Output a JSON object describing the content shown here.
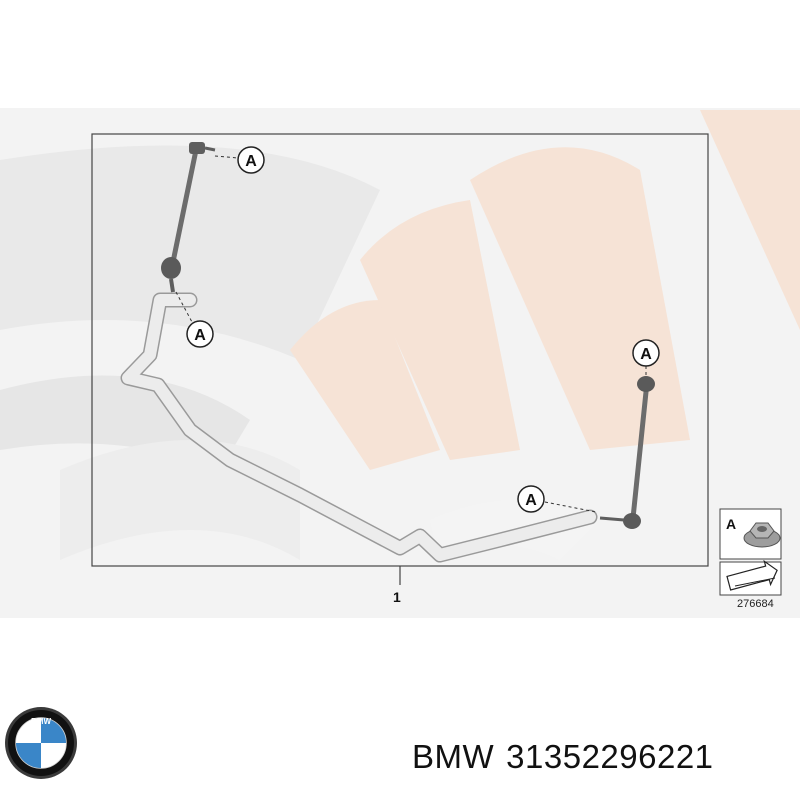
{
  "diagram": {
    "callouts": {
      "top_left": "A",
      "mid_left": "A",
      "right_top": "A",
      "right_bottom": "A",
      "legend": "A"
    },
    "part_number": "1",
    "diagram_id": "276684",
    "legend_item": "flange-nut"
  },
  "footer": {
    "brand": "BMW",
    "part_code": "31352296221",
    "logo_letters": "BMW"
  },
  "colors": {
    "watermark_gray": "#efefef",
    "watermark_peach": "#f6e3d6",
    "bar_fill": "#ececec",
    "bar_outline": "#9a9a9a",
    "frame": "#444444",
    "bmw_blue": "#3a86c8"
  }
}
